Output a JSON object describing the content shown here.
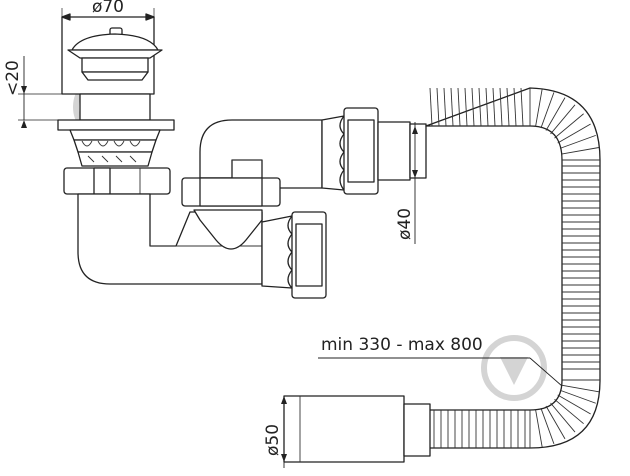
{
  "drawing": {
    "dim_top_diameter": "ø70",
    "dim_cap_height": "<20",
    "dim_hose_diameter": "ø40",
    "dim_outlet_diameter": "ø50",
    "hose_length_range": "min 330 - max 800"
  }
}
